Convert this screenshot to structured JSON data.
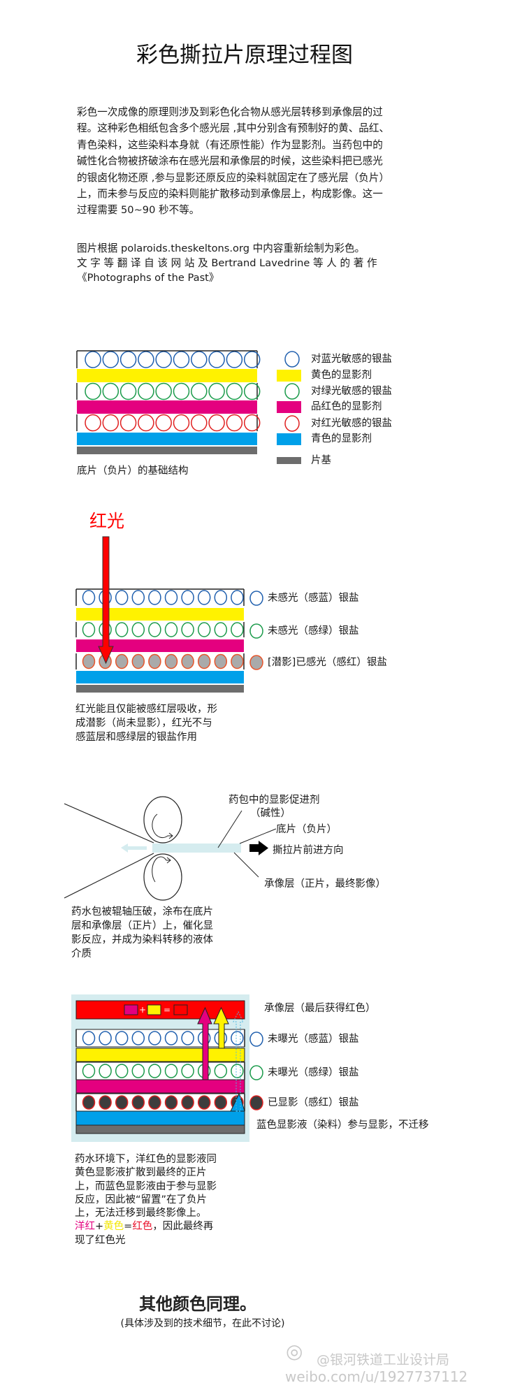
{
  "title": "彩色撕拉片原理过程图",
  "intro": {
    "lines": [
      "彩色一次成像的原理则涉及到彩色化合物从感光层转移到承像层的过",
      "程。这种彩色相纸包含多个感光层 ,其中分别含有预制好的黄、品红、",
      "青色染料，这些染料本身就（有还原性能）作为显影剂。当药包中的",
      "碱性化合物被挤破涂布在感光层和承像层的时候，这些染料把已感光",
      "的银卤化物还原 ,参与显影还原反应的染料就固定在了感光层（负片）",
      "上，而未参与反应的染料则能扩散移动到承像层上，构成影像。这一",
      "过程需要 50~90 秒不等。"
    ],
    "source_lines": [
      "图片根据 polaroids.theskeltons.org 中内容重新绘制为彩色。",
      "文 字 等 翻 译 自 该 网 站 及 Bertrand Lavedrine 等 人 的 著 作",
      "《Photographs of the Past》"
    ]
  },
  "colors": {
    "blue_salt": "#1f5fae",
    "green_salt": "#1a9a4a",
    "red_salt": "#e02020",
    "yellow": "#fff200",
    "magenta": "#e4007f",
    "cyan": "#00a0e9",
    "base": "#6d6d6d",
    "red_light": "#ff0000",
    "latent_fill": "#aaaaaa",
    "developed_fill": "#3d3d3d",
    "fluid": "#d5ecef"
  },
  "diagram1": {
    "legend": [
      "对蓝光敏感的银盐",
      "黄色的显影剂",
      "对绿光敏感的银盐",
      "品红色的显影剂",
      "对红光敏感的银盐",
      "青色的显影剂",
      "片基"
    ],
    "caption": "底片（负片）的基础结构"
  },
  "diagram2": {
    "light_label": "红光",
    "legend": [
      "未感光（感蓝）银盐",
      "未感光（感绿）银盐",
      "[潜影]已感光（感红）银盐"
    ],
    "caption_lines": [
      "红光能且仅能被感红层吸收，形",
      "成潜影（尚未显影），红光不与",
      "感蓝层和感绿层的银盐作用"
    ]
  },
  "diagram3": {
    "label_reagent": "药包中的显影促进剂",
    "label_reagent_sub": "（碱性）",
    "label_negative": "底片（负片）",
    "label_direction": "撕拉片前进方向",
    "label_positive": "承像层（正片，最终影像）",
    "caption_lines": [
      "药水包被辊轴压破，涂布在底片",
      "层和承像层（正片）上，催化显",
      "影反应，并成为染料转移的液体",
      "介质"
    ]
  },
  "diagram4": {
    "formula_plus": "+",
    "formula_eq": "=",
    "label_receiver": "承像层（最后获得红色）",
    "legend": [
      "未曝光（感蓝）银盐",
      "未曝光（感绿）银盐",
      "已显影（感红）银盐"
    ],
    "label_cyan": "蓝色显影液（染料）参与显影，不迁移",
    "caption_lines": [
      "药水环境下，洋红色的显影液同",
      "黄色显影液扩散到最终的正片",
      "上，而蓝色显影液由于参与显影",
      "反应，因此被“留置”在了负片",
      "上，无法迁移到最终影像上。"
    ],
    "caption_formula": {
      "magenta": "洋红",
      "plus": "+",
      "yellow": "黄色",
      "eq": "=",
      "red": "红色",
      "rest": "，因此最终再"
    },
    "caption_last": "现了红色光"
  },
  "footer": {
    "headline": "其他颜色同理。",
    "note": "(具体涉及到的技术细节，在此不讨论)"
  },
  "watermark": {
    "handle": "@银河铁道工业设计局",
    "url": "weibo.com/u/1927737112",
    "logo_icon": "weibo-logo-icon"
  }
}
